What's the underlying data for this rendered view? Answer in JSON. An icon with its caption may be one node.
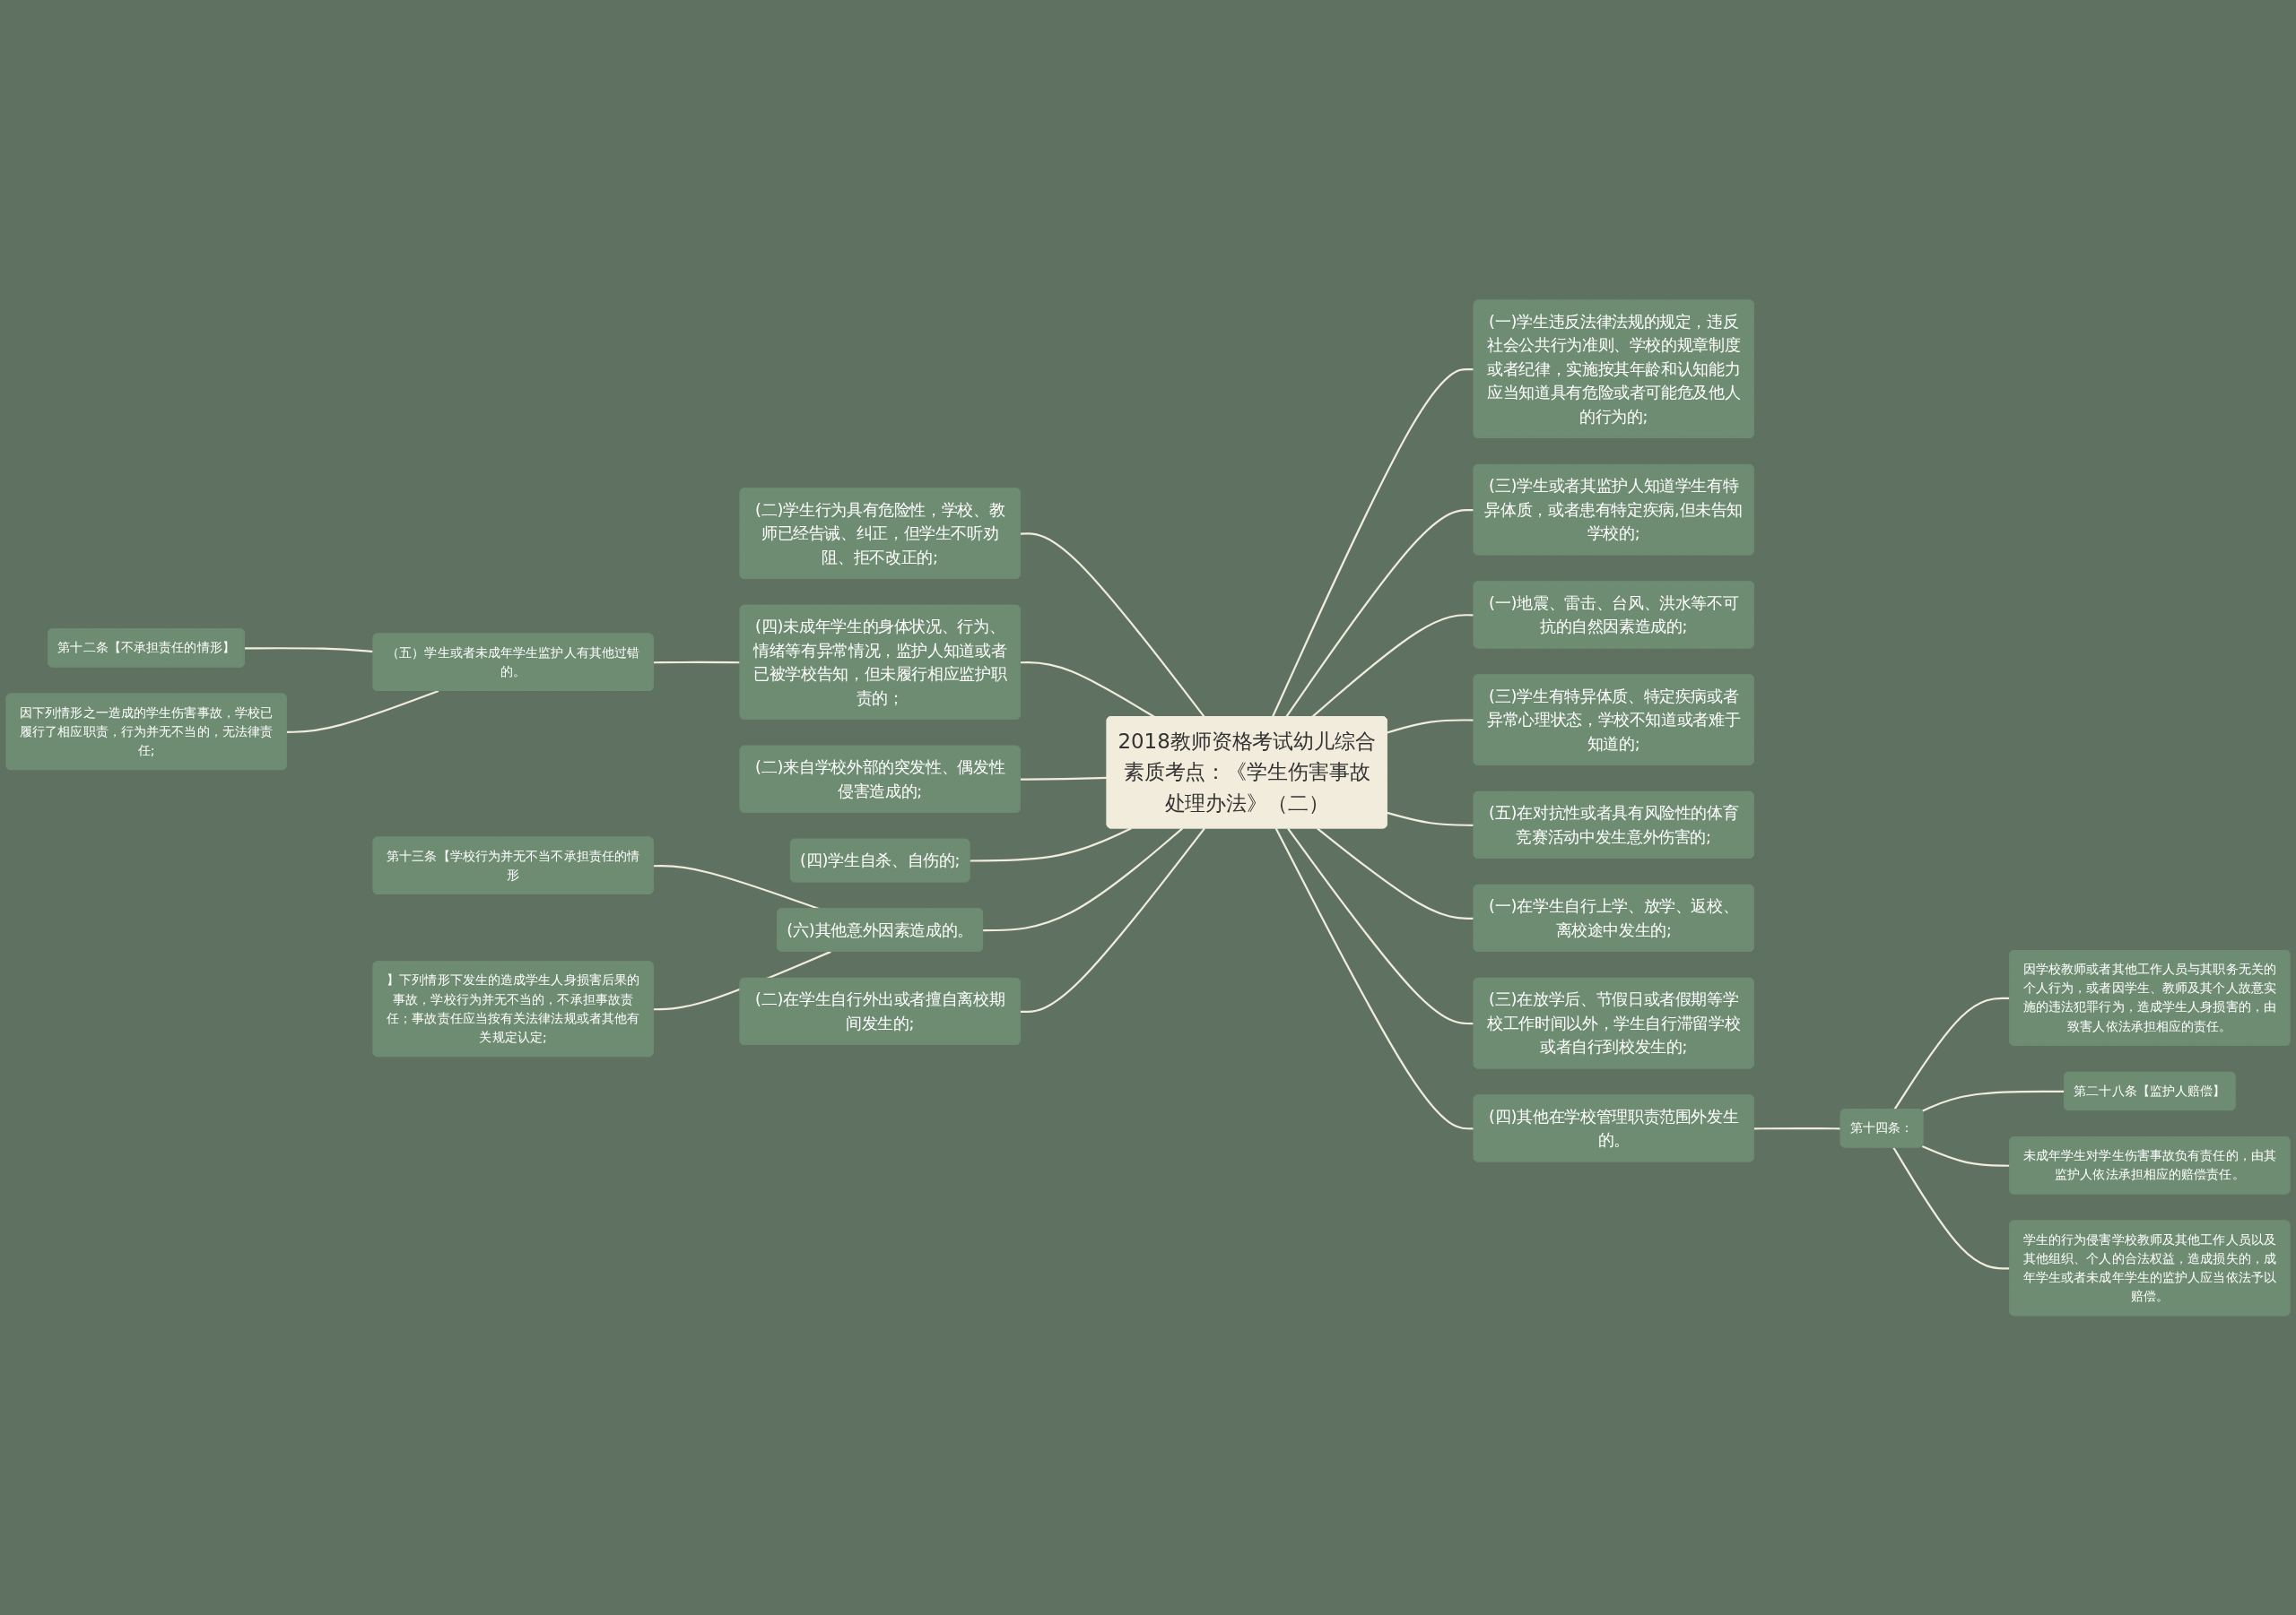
{
  "diagram": {
    "nodes": [
      {
        "text": [
          "2018教师资格考试幼儿综合素质考点：《学生伤害事故处理办法》（二）"
        ]
      },
      {
        "text": [
          "(一)学生违反法律法规的规定，违反社会公共行为准则、学校的规章制度或者纪律，实施按其年龄和认知能力应当知道具有危险或者可能危及他人的行为的;"
        ]
      },
      {
        "text": [
          "(三)学生或者其监护人知道学生有特异体质，或者患有特定疾病,但未告知学校的;"
        ]
      },
      {
        "text": [
          "(一)地震、雷击、台风、洪水等不可抗的自然因素造成的;"
        ]
      },
      {
        "text": [
          "(三)学生有特异体质、特定疾病或者异常心理状态，学校不知道或者难于知道的;"
        ]
      },
      {
        "text": [
          "(五)在对抗性或者具有风险性的体育竞赛活动中发生意外伤害的;"
        ]
      },
      {
        "text": [
          "(一)在学生自行上学、放学、返校、离校途中发生的;"
        ]
      },
      {
        "text": [
          "(三)在放学后、节假日或者假期等学校工作时间以外，学生自行滞留学校或者自行到校发生的;"
        ]
      },
      {
        "text": [
          "(二)学生行为具有危险性，学校、教师已经告诫、纠正，但学生不听劝阻、拒不改正的;"
        ]
      },
      {
        "text": [
          "(四)未成年学生的身体状况、行为、情绪等有异常情况，监护人知道或者已被学校告知，但未履行相应监护职责的；"
        ]
      },
      {
        "text": [
          "（五）学生或者未成年学生监护人有其他过错的。"
        ]
      },
      {
        "text": [
          "第十二条【不承担责任的情形】"
        ]
      },
      {
        "text": [
          "因下列情形之一造成的学生伤害事故，学校已履行了相应职责，行为并无不当的，无法律责任;"
        ]
      },
      {
        "text": [
          "(二)来自学校外部的突发性、偶发性侵害造成的;"
        ]
      },
      {
        "text": [
          "(四)学生自杀、自伤的;"
        ]
      },
      {
        "text": [
          "(六)其他意外因素造成的。"
        ]
      },
      {
        "text": [
          "第十三条【学校行为并无不当不承担责任的情形"
        ]
      },
      {
        "text": [
          "】下列情形下发生的造成学生人身损害后果的事故，学校行为并无不当的，不承担事故责任；事故责任应当按有关法律法规或者其他有关规定认定;"
        ]
      },
      {
        "text": [
          "(二)在学生自行外出或者擅自离校期间发生的;"
        ]
      },
      {
        "text": [
          "(四)其他在学校管理职责范围外发生的。"
        ]
      },
      {
        "text": [
          "第十四条："
        ]
      },
      {
        "text": [
          "因学校教师或者其他工作人员与其职务无关的个人行为，或者因学生、教师及其个人故意实施的违法犯罪行为，造成学生人身损害的，由致害人依法承担相应的责任。"
        ]
      },
      {
        "text": [
          "第二十八条【监护人赔偿】"
        ]
      },
      {
        "text": [
          "未成年学生对学生伤害事故负有责任的，由其监护人依法承担相应的赔偿责任。"
        ]
      },
      {
        "text": [
          "学生的行为侵害学校教师及其他工作人员以及其他组织、个人的合法权益，造成损失的，成年学生或者未成年学生的监护人应当依法予以赔偿。"
        ]
      }
    ],
    "edges": [
      {
        "from": 0,
        "to": 1,
        "arrow": "none"
      },
      {
        "from": 0,
        "to": 2,
        "arrow": "none"
      },
      {
        "from": 0,
        "to": 3,
        "arrow": "none"
      },
      {
        "from": 0,
        "to": 4,
        "arrow": "none"
      },
      {
        "from": 0,
        "to": 5,
        "arrow": "none"
      },
      {
        "from": 0,
        "to": 6,
        "arrow": "none"
      },
      {
        "from": 0,
        "to": 7,
        "arrow": "none"
      },
      {
        "from": 8,
        "to": 0,
        "arrow": "none"
      },
      {
        "from": 9,
        "to": 0,
        "arrow": "none"
      },
      {
        "from": 10,
        "to": 9,
        "arrow": "none"
      },
      {
        "from": 11,
        "to": 10,
        "arrow": "none"
      },
      {
        "from": 12,
        "to": 10,
        "arrow": "none"
      },
      {
        "from": 13,
        "to": 0,
        "arrow": "none"
      },
      {
        "from": 14,
        "to": 0,
        "arrow": "none"
      },
      {
        "from": 15,
        "to": 0,
        "arrow": "none"
      },
      {
        "from": 16,
        "to": 15,
        "arrow": "none"
      },
      {
        "from": 17,
        "to": 15,
        "arrow": "none"
      },
      {
        "from": 18,
        "to": 0,
        "arrow": "none"
      },
      {
        "from": 0,
        "to": 19,
        "arrow": "none"
      },
      {
        "from": 19,
        "to": 20,
        "arrow": "none"
      },
      {
        "from": 20,
        "to": 21,
        "arrow": "none"
      },
      {
        "from": 20,
        "to": 22,
        "arrow": "none"
      },
      {
        "from": 20,
        "to": 23,
        "arrow": "none"
      },
      {
        "from": 20,
        "to": 24,
        "arrow": "none"
      }
    ]
  }
}
